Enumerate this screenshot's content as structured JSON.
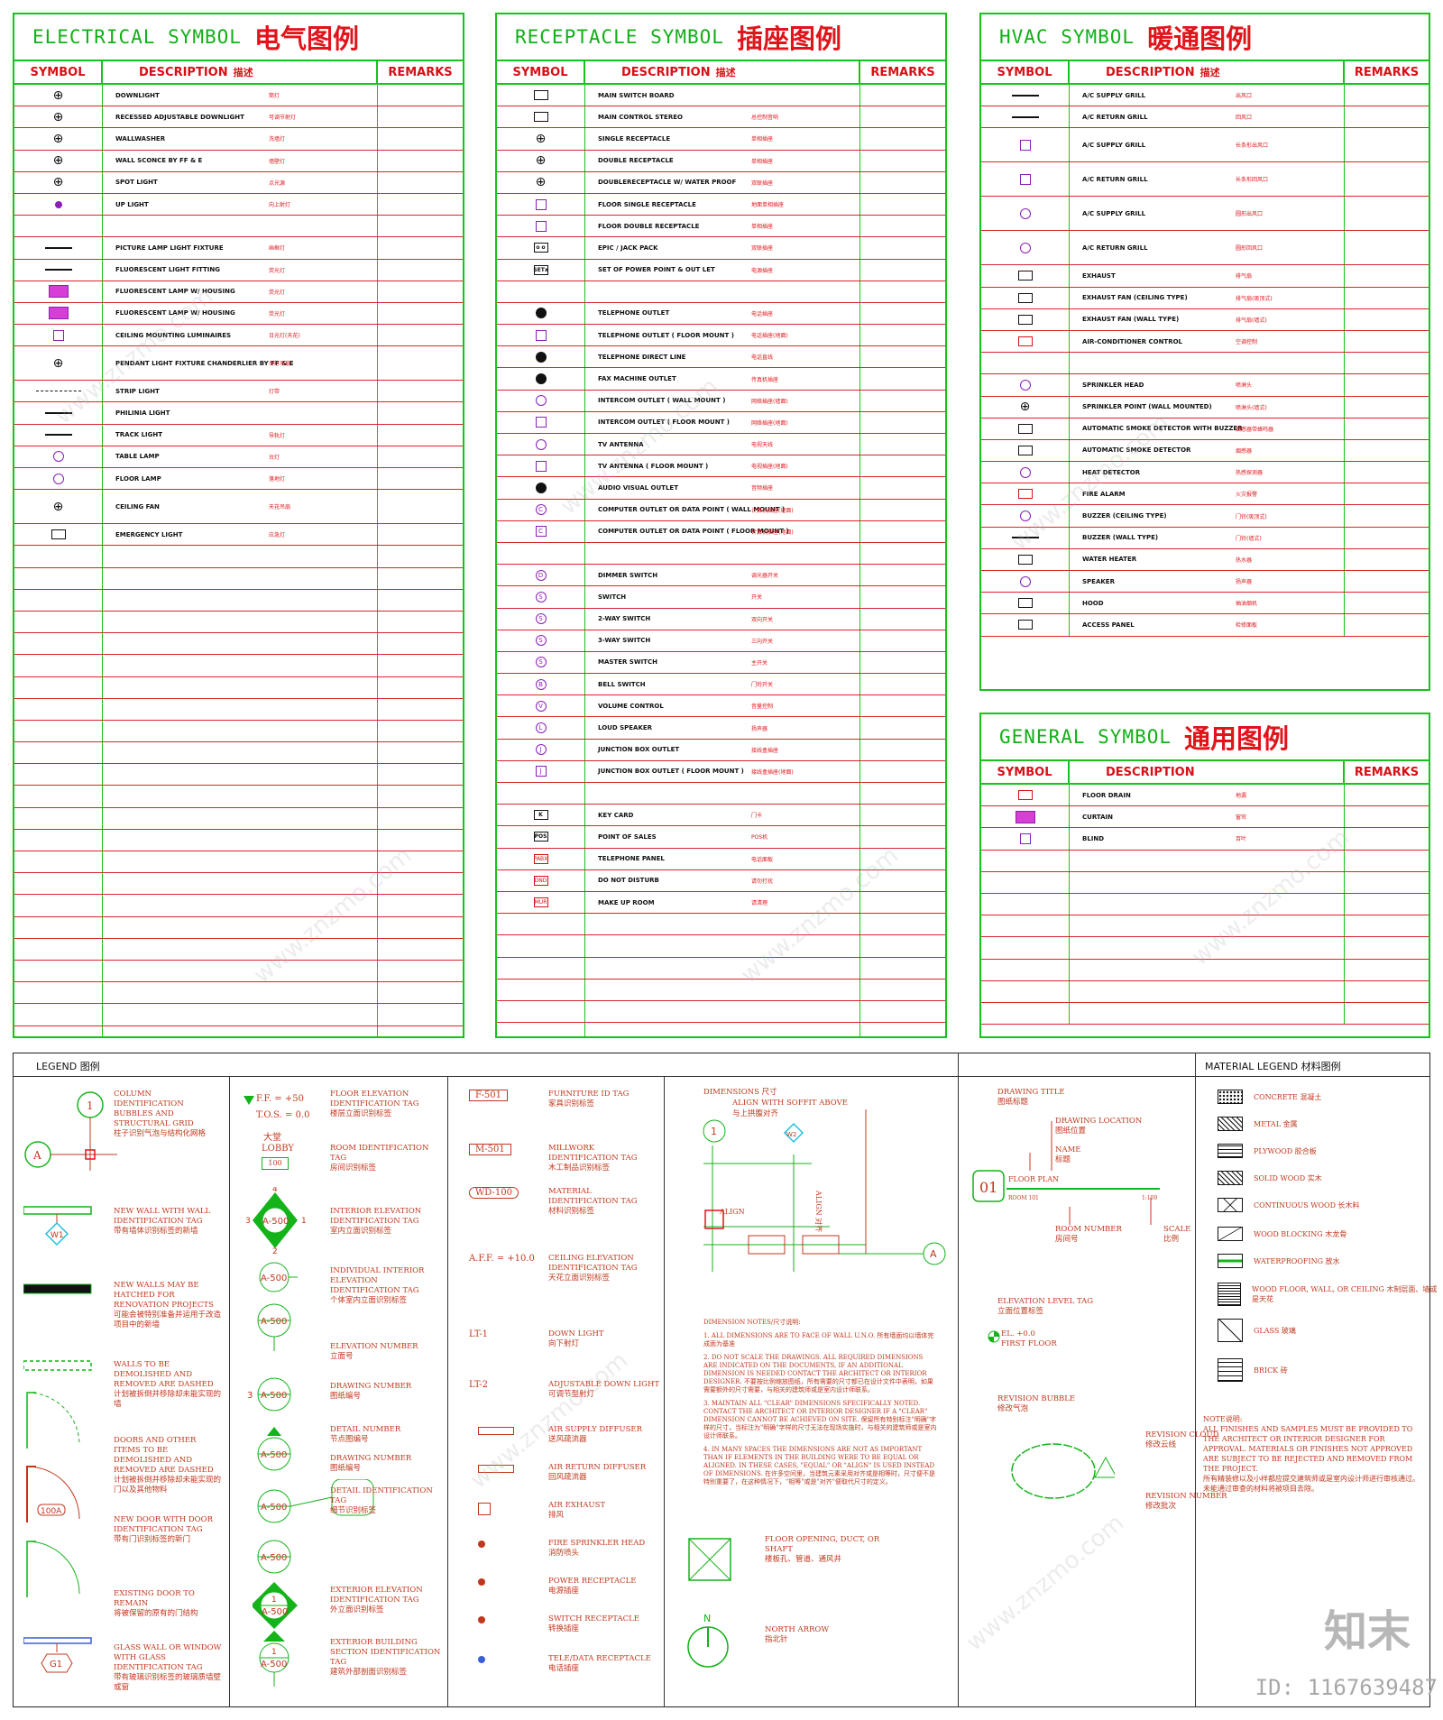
{
  "electrical": {
    "title_en": "ELECTRICAL SYMBOL",
    "title_zh": "电气图例",
    "col_symbol": "SYMBOL",
    "col_desc": "DESCRIPTION",
    "col_desc_zh": "描述",
    "col_remarks": "REMARKS",
    "rows": [
      {
        "en": "DOWNLIGHT",
        "zh": "筒灯",
        "icon": "cross"
      },
      {
        "en": "RECESSED ADJUSTABLE DOWNLIGHT",
        "zh": "可调节射灯",
        "icon": "cross"
      },
      {
        "en": "WALLWASHER",
        "zh": "洗墙灯",
        "icon": "cross"
      },
      {
        "en": "WALL SCONCE BY FF & E",
        "zh": "墙壁灯",
        "icon": "cross"
      },
      {
        "en": "SPOT LIGHT",
        "zh": "点光源",
        "icon": "cross"
      },
      {
        "en": "UP LIGHT",
        "zh": "向上射灯",
        "icon": "dot"
      },
      {
        "en": "",
        "zh": "",
        "icon": ""
      },
      {
        "en": "PICTURE LAMP LIGHT FIXTURE",
        "zh": "画框灯",
        "icon": "line"
      },
      {
        "en": "FLUORESCENT LIGHT FITTING",
        "zh": "荧光灯",
        "icon": "line"
      },
      {
        "en": "FLUORESCENT LAMP  W/ HOUSING",
        "zh": "荧光灯",
        "icon": "magenta"
      },
      {
        "en": "FLUORESCENT LAMP  W/ HOUSING",
        "zh": "荧光灯",
        "icon": "magenta"
      },
      {
        "en": "CEILING MOUNTING LUMINAIRES",
        "zh": "日光灯(天花)",
        "icon": "sq"
      },
      {
        "en": "PENDANT LIGHT FIXTURE  CHANDERLIER BY FF & E",
        "zh": "吊灯吊扇",
        "icon": "cross",
        "tall": true
      },
      {
        "en": "STRIP LIGHT",
        "zh": "灯带",
        "icon": "dash"
      },
      {
        "en": "PHILINIA LIGHT",
        "zh": "",
        "icon": "line"
      },
      {
        "en": "TRACK LIGHT",
        "zh": "导轨灯",
        "icon": "line"
      },
      {
        "en": "TABLE LAMP",
        "zh": "台灯",
        "icon": "circ"
      },
      {
        "en": "FLOOR LAMP",
        "zh": "落地灯",
        "icon": "circ"
      },
      {
        "en": "CEILING FAN",
        "zh": "天花吊扇",
        "icon": "cross",
        "tall": true
      },
      {
        "en": "EMERGENCY LIGHT",
        "zh": "应急灯",
        "icon": "box"
      }
    ]
  },
  "receptacle": {
    "title_en": "RECEPTACLE SYMBOL",
    "title_zh": "插座图例",
    "col_symbol": "SYMBOL",
    "col_desc": "DESCRIPTION",
    "col_desc_zh": "描述",
    "col_remarks": "REMARKS",
    "rows": [
      {
        "en": "MAIN SWITCH BOARD",
        "zh": "",
        "icon": "box",
        "t": ""
      },
      {
        "en": "MAIN CONTROL STEREO",
        "zh": "总控制音响",
        "icon": "box",
        "t": ""
      },
      {
        "en": "SINGLE RECEPTACLE",
        "zh": "单相插座",
        "icon": "cross",
        "t": ""
      },
      {
        "en": "DOUBLE RECEPTACLE",
        "zh": "单相插座",
        "icon": "cross",
        "t": ""
      },
      {
        "en": "DOUBLERECEPTACLE W/ WATER PROOF",
        "zh": "双联插座",
        "icon": "cross",
        "t": ""
      },
      {
        "en": "FLOOR SINGLE RECEPTACLE",
        "zh": "地面单相插座",
        "icon": "sq",
        "t": ""
      },
      {
        "en": "FLOOR DOUBLE RECEPTACLE",
        "zh": "单相插座",
        "icon": "sq",
        "t": ""
      },
      {
        "en": "EPIC / JACK PACK",
        "zh": "双联插座",
        "icon": "box",
        "t": "o o"
      },
      {
        "en": "SET OF POWER POINT & OUT LET",
        "zh": "电源插座",
        "icon": "box",
        "t": "SETx"
      },
      {
        "en": "",
        "zh": "",
        "icon": "",
        "t": ""
      },
      {
        "en": "TELEPHONE OUTLET",
        "zh": "电话插座",
        "icon": "blk",
        "t": ""
      },
      {
        "en": "TELEPHONE OUTLET ( FLOOR MOUNT )",
        "zh": "电话插座(地面)",
        "icon": "sq",
        "t": ""
      },
      {
        "en": "TELEPHONE DIRECT LINE",
        "zh": "电话直线",
        "icon": "blk",
        "t": ""
      },
      {
        "en": "FAX MACHINE OUTLET",
        "zh": "传真机插座",
        "icon": "blk",
        "t": ""
      },
      {
        "en": "INTERCOM OUTLET ( WALL MOUNT )",
        "zh": "网络插座(墙面)",
        "icon": "circ",
        "t": ""
      },
      {
        "en": "INTERCOM OUTLET ( FLOOR MOUNT )",
        "zh": "网络插座(地面)",
        "icon": "sq",
        "t": ""
      },
      {
        "en": "TV ANTENNA",
        "zh": "电视天线",
        "icon": "circ",
        "t": ""
      },
      {
        "en": "TV ANTENNA ( FLOOR MOUNT )",
        "zh": "电视插座(地面)",
        "icon": "sq",
        "t": ""
      },
      {
        "en": "AUDIO VISUAL OUTLET",
        "zh": "音频插座",
        "icon": "blk",
        "t": ""
      },
      {
        "en": "COMPUTER OUTLET OR DATA POINT ( WALL MOUNT )",
        "zh": "计算机插座(墙面)",
        "icon": "circ",
        "t": "C"
      },
      {
        "en": "COMPUTER OUTLET OR DATA POINT ( FLOOR MOUNT )",
        "zh": "计算机插座(地面)",
        "icon": "sq",
        "t": "C"
      },
      {
        "en": "",
        "zh": "",
        "icon": "",
        "t": ""
      },
      {
        "en": "DIMMER SWITCH",
        "zh": "调光器开关",
        "icon": "circ",
        "t": "D"
      },
      {
        "en": "SWITCH",
        "zh": "开关",
        "icon": "circ",
        "t": "S"
      },
      {
        "en": "2-WAY SWITCH",
        "zh": "双向开关",
        "icon": "circ",
        "t": "S"
      },
      {
        "en": "3-WAY SWITCH",
        "zh": "三向开关",
        "icon": "circ",
        "t": "S"
      },
      {
        "en": "MASTER SWITCH",
        "zh": "主开关",
        "icon": "circ",
        "t": "S"
      },
      {
        "en": "BELL SWITCH",
        "zh": "门铃开关",
        "icon": "circ",
        "t": "B"
      },
      {
        "en": "VOLUME CONTROL",
        "zh": "音量控制",
        "icon": "circ",
        "t": "V"
      },
      {
        "en": "LOUD SPEAKER",
        "zh": "扬声器",
        "icon": "circ",
        "t": "L"
      },
      {
        "en": "JUNCTION BOX OUTLET",
        "zh": "接线盒插座",
        "icon": "circ",
        "t": "J"
      },
      {
        "en": "JUNCTION BOX OUTLET ( FLOOR MOUNT )",
        "zh": "接线盒插座(地面)",
        "icon": "sq",
        "t": "J"
      },
      {
        "en": "",
        "zh": "",
        "icon": "",
        "t": ""
      },
      {
        "en": "KEY CARD",
        "zh": "门卡",
        "icon": "box",
        "t": "K"
      },
      {
        "en": "POINT OF SALES",
        "zh": "POS机",
        "icon": "box",
        "t": "POS"
      },
      {
        "en": "TELEPHONE PANEL",
        "zh": "电话面板",
        "icon": "red",
        "t": "PABX"
      },
      {
        "en": "DO NOT DISTURB",
        "zh": "请勿打扰",
        "icon": "red",
        "t": "DND"
      },
      {
        "en": "MAKE UP ROOM",
        "zh": "请清理",
        "icon": "red",
        "t": "MUR"
      }
    ]
  },
  "hvac": {
    "title_en": "HVAC SYMBOL",
    "title_zh": "暖通图例",
    "col_symbol": "SYMBOL",
    "col_desc": "DESCRIPTION",
    "col_desc_zh": "描述",
    "col_remarks": "REMARKS",
    "rows": [
      {
        "en": "A/C SUPPLY GRILL",
        "zh": "出风口",
        "icon": "line",
        "tall": false
      },
      {
        "en": "A/C RETURN GRILL",
        "zh": "回风口",
        "icon": "line",
        "tall": false
      },
      {
        "en": "A/C SUPPLY GRILL",
        "zh": "长条形出风口",
        "icon": "sq",
        "tall": true
      },
      {
        "en": "A/C RETURN GRILL",
        "zh": "长条形回风口",
        "icon": "sq",
        "tall": true
      },
      {
        "en": "A/C SUPPLY GRILL",
        "zh": "圆形出风口",
        "icon": "circ",
        "tall": true
      },
      {
        "en": "A/C RETURN GRILL",
        "zh": "圆形回风口",
        "icon": "circ",
        "tall": true
      },
      {
        "en": "EXHAUST",
        "zh": "排气扇",
        "icon": "box",
        "tall": false
      },
      {
        "en": "EXHAUST FAN (CEILING TYPE)",
        "zh": "排气扇(吸顶式)",
        "icon": "box",
        "tall": false
      },
      {
        "en": "EXHAUST FAN (WALL TYPE)",
        "zh": "排气扇(墙式)",
        "icon": "box",
        "tall": false
      },
      {
        "en": "AIR-CONDITIONER CONTROL",
        "zh": "空调控制",
        "icon": "red",
        "tall": false
      },
      {
        "en": "",
        "zh": "",
        "icon": "",
        "tall": false
      },
      {
        "en": "SPRINKLER HEAD",
        "zh": "喷淋头",
        "icon": "circ",
        "tall": false
      },
      {
        "en": "SPRINKLER POINT (WALL MOUNTED)",
        "zh": "喷淋头(墙式)",
        "icon": "cross",
        "tall": false
      },
      {
        "en": "AUTOMATIC SMOKE DETECTOR WITH BUZZER",
        "zh": "烟感器带蜂鸣器",
        "icon": "box",
        "tall": false
      },
      {
        "en": "AUTOMATIC SMOKE DETECTOR",
        "zh": "烟感器",
        "icon": "box",
        "tall": false
      },
      {
        "en": "HEAT DETECTOR",
        "zh": "热感探测器",
        "icon": "circ",
        "tall": false
      },
      {
        "en": "FIRE ALARM",
        "zh": "火灾报警",
        "icon": "red",
        "tall": false
      },
      {
        "en": "BUZZER (CEILING TYPE)",
        "zh": "门铃(吸顶式)",
        "icon": "circ",
        "tall": false
      },
      {
        "en": "BUZZER (WALL TYPE)",
        "zh": "门铃(墙式)",
        "icon": "line",
        "tall": false
      },
      {
        "en": "WATER HEATER",
        "zh": "热水器",
        "icon": "box",
        "tall": false
      },
      {
        "en": "SPEAKER",
        "zh": "扬声器",
        "icon": "circ",
        "tall": false
      },
      {
        "en": "HOOD",
        "zh": "抽油烟机",
        "icon": "box",
        "tall": false
      },
      {
        "en": "ACCESS PANEL",
        "zh": "检修面板",
        "icon": "box",
        "tall": false
      }
    ]
  },
  "general": {
    "title_en": "GENERAL SYMBOL",
    "title_zh": "通用图例",
    "col_symbol": "SYMBOL",
    "col_desc": "DESCRIPTION",
    "col_remarks": "REMARKS",
    "rows": [
      {
        "en": "FLOOR DRAIN",
        "zh": "地漏",
        "icon": "red"
      },
      {
        "en": "CURTAIN",
        "zh": "窗帘",
        "icon": "magenta"
      },
      {
        "en": "BLIND",
        "zh": "百叶",
        "icon": "sq"
      }
    ]
  },
  "legend": {
    "title": "LEGEND 图例",
    "col1": [
      {
        "en": "COLUMN IDENTIFICATION BUBBLES AND STRUCTURAL GRID",
        "zh": "柱子识别气泡与结构化网格"
      },
      {
        "en": "NEW WALL WITH WALL IDENTIFICATION TAG",
        "zh": "带有墙体识别标签的新墙"
      },
      {
        "en": "NEW WALLS MAY BE HATCHED FOR RENOVATION PROJECTS",
        "zh": "可能会被特别准备并运用于改造项目中的新墙"
      },
      {
        "en": "WALLS TO BE DEMOLISHED AND REMOVED ARE DASHED",
        "zh": "计划被拆倒并移除却未能实现的墙"
      },
      {
        "en": "DOORS AND OTHER ITEMS TO BE DEMOLISHED AND REMOVED ARE DASHED",
        "zh": "计划被拆倒并移除却未能实现的门以及其他物料"
      },
      {
        "en": "NEW DOOR WITH DOOR IDENTIFICATION TAG",
        "zh": "带有门识别标签的新门"
      },
      {
        "en": "EXISTING DOOR TO REMAIN",
        "zh": "将被保留的原有的门结构"
      },
      {
        "en": "GLASS WALL OR WINDOW WITH GLASS IDENTIFICATION TAG",
        "zh": "带有玻璃识别标签的玻璃质墙壁或窗"
      }
    ],
    "col1_tags": {
      "col_num": "1",
      "col_letter": "A",
      "wall_tag": "W1",
      "door_tag": "100A",
      "glass_tag": "G1"
    },
    "col2": [
      {
        "en": "FLOOR ELEVATION IDENTIFICATION TAG",
        "zh": "楼层立面识别标签"
      },
      {
        "en": "ROOM IDENTIFICATION TAG",
        "zh": "房间识别标签"
      },
      {
        "en": "INTERIOR ELEVATION IDENTIFICATION TAG",
        "zh": "室内立面识别标签"
      },
      {
        "en": "INDIVIDUAL INTERIOR ELEVATION IDENTIFICATION TAG",
        "zh": "个体室内立面识别标签"
      },
      {
        "en": "ELEVATION NUMBER",
        "zh": "立面号"
      },
      {
        "en": "DRAWING NUMBER",
        "zh": "图纸编号"
      },
      {
        "en": "DETAIL NUMBER",
        "zh": "节点图编号"
      },
      {
        "en": "DRAWING NUMBER",
        "zh": "图纸编号"
      },
      {
        "en": "DETAIL IDENTIFICATION TAG",
        "zh": "细节识别标签"
      },
      {
        "en": "EXTERIOR ELEVATION IDENTIFICATION TAG",
        "zh": "外立面识别标签"
      },
      {
        "en": "EXTERIOR BUILDING SECTION IDENTIFICATION TAG",
        "zh": "建筑外部剖面识别标签"
      }
    ],
    "col2_tags": {
      "ff": "F.F. = +50",
      "tos": "T.O.S. = 0.0",
      "room_zh": "大堂",
      "room_en": "LOBBY",
      "room_no": "100",
      "sheet": "A-500",
      "n1": "1",
      "n2": "2",
      "n3": "3",
      "n4": "4"
    },
    "col3": [
      {
        "tag": "F-501",
        "en": "FURNITURE ID TAG",
        "zh": "家具识别标签"
      },
      {
        "tag": "M-501",
        "en": "MILLWORK IDENTIFICATION TAG",
        "zh": "木工制品识别标签"
      },
      {
        "tag": "WD-100",
        "en": "MATERIAL IDENTIFICATION TAG",
        "zh": "材料识别标签"
      },
      {
        "tag": "A.F.F. = +10.0",
        "en": "CEILING ELEVATION IDENTIFICATION TAG",
        "zh": "天花立面识别标签"
      },
      {
        "tag": "LT-1",
        "en": "DOWN LIGHT",
        "zh": "向下射灯"
      },
      {
        "tag": "LT-2",
        "en": "ADJUSTABLE DOWN LIGHT",
        "zh": "可调节型射灯"
      },
      {
        "tag": "",
        "en": "AIR SUPPLY DIFFUSER",
        "zh": "送风疏流器"
      },
      {
        "tag": "",
        "en": "AIR RETURN DIFFUSER",
        "zh": "回风疏流器"
      },
      {
        "tag": "",
        "en": "AIR EXHAUST",
        "zh": "排风"
      },
      {
        "tag": "",
        "en": "FIRE SPRINKLER HEAD",
        "zh": "消防喷头"
      },
      {
        "tag": "",
        "en": "POWER RECEPTACLE",
        "zh": "电源插座"
      },
      {
        "tag": "",
        "en": "SWITCH RECEPTACLE",
        "zh": "转换插座"
      },
      {
        "tag": "",
        "en": "TELE/DATA RECEPTACLE",
        "zh": "电话插座"
      }
    ],
    "dims": {
      "title_en": "DIMENSIONS 尺寸",
      "align_note": "ALIGN WITH SOFFIT ABOVE",
      "align_zh": "与上拱腹对齐",
      "align": "ALIGN",
      "align_zh2": "ALIGN 对齐",
      "tag_w2": "W2",
      "bubble_1": "1",
      "bubble_a": "A",
      "notes_title": "DIMENSION NOTES/尺寸说明:",
      "notes": [
        "1. ALL DIMENSIONS ARE TO FACE OF WALL U.N.O. 所有墙面均以墙体完成面为基准",
        "2. DO NOT SCALE THE DRAWINGS. ALL REQUIRED DIMENSIONS ARE INDICATED ON THE DOCUMENTS, IF AN ADDITIONAL DIMENSION IS NEEDED CONTACT THE ARCHITECT OR INTERIOR DESIGNER. 不要按比例缩放图纸，所有需要的尺寸都已在设计文件中表明，如果需要额外的尺寸需要，与相关的建筑师或是室内设计师联系。",
        "3. MAINTAIN ALL \"CLEAR\" DIMENSIONS SPECIFICALLY NOTED. CONTACT THE ARCHITECT OR INTERIOR DESIGNER IF A \"CLEAR\" DIMENSION CANNOT BE ACHIEVED ON SITE. 保留所有特别标注\"明确\"字样的尺寸，当标注为\"明确\"字样的尺寸无法在现场实施时，与相关的建筑师或是室内设计师联系。",
        "4. IN MANY SPACES THE DIMENSIONS ARE NOT AS IMPORTANT THAN IF ELEMENTS IN THE BUILDING WERE TO BE EQUAL OR ALIGNED. IN THESE CASES, \"EQUAL\" OR \"ALIGN\" IS USED INSTEAD OF DIMENSIONS. 在许多空间里，当建筑元素采用对齐或是相等时，尺寸便不是特别重要了，在这种情况下，\"相等\"或是\"对齐\"便取代尺寸的定义。"
      ],
      "floor_opening_en": "FLOOR OPENING, DUCT, OR SHAFT",
      "floor_opening_zh": "楼板孔、管道、通风井",
      "north_en": "NORTH ARROW",
      "north_zh": "指北针",
      "north_n": "N"
    },
    "title_block": {
      "drawing_title_en": "DRAWING TITLE",
      "drawing_title_zh": "图纸标题",
      "drawing_location_en": "DRAWING LOCATION",
      "drawing_location_zh": "图纸位置",
      "name_en": "NAME",
      "name_zh": "标题",
      "num": "01",
      "floor_plan": "FLOOR PLAN",
      "room": "ROOM 101",
      "scale_val": "1:100",
      "room_number_en": "ROOM NUMBER",
      "room_number_zh": "房间号",
      "scale_en": "SCALE",
      "scale_zh": "比例",
      "elev_tag_en": "ELEVATION LEVEL TAG",
      "elev_tag_zh": "立面位置标签",
      "el": "EL. +0.0",
      "first_floor": "FIRST FLOOR",
      "rev_bubble_en": "REVISION BUBBLE",
      "rev_bubble_zh": "修改气泡",
      "rev_cloud_en": "REVISION CLOUD",
      "rev_cloud_zh": "修改云线",
      "rev_number_en": "REVISION NUMBER",
      "rev_number_zh": "修改批次"
    }
  },
  "materials": {
    "title": "MATERIAL LEGEND 材料图例",
    "items": [
      {
        "label": "CONCRETE 混凝土",
        "pattern": "dots"
      },
      {
        "label": "METAL 金属",
        "pattern": "hatch"
      },
      {
        "label": "PLYWOOD 胶合板",
        "pattern": "wave"
      },
      {
        "label": "SOLID WOOD 实木",
        "pattern": "hatch"
      },
      {
        "label": "CONTINUOUS WOOD 长木料",
        "pattern": "x"
      },
      {
        "label": "WOOD BLOCKING 木龙骨",
        "pattern": "diag"
      },
      {
        "label": "WATERPROOFING 放水",
        "pattern": "green"
      },
      {
        "label": "WOOD FLOOR, WALL, OR CEILING 木制层面、墙或是天花",
        "pattern": "lines"
      },
      {
        "label": "GLASS 玻璃",
        "pattern": "glass"
      },
      {
        "label": "BRICK 砖",
        "pattern": "brick"
      }
    ],
    "note_title": "NOTE说明:",
    "note_en": "ALL FINISHES AND SAMPLES MUST BE PROVIDED TO THE ARCHITECT OR INTERIOR DESIGNER FOR APPROVAL. MATERIALS OR FINISHES NOT APPROVED ARE SUBJECT TO BE REJECTED AND REMOVED FROM THE PROJECT.",
    "note_zh": "所有精装修以及小样都应提交建筑师或是室内设计师进行审核通过。未能通过审查的材料将被项目去除。"
  },
  "brand": {
    "logo": "知末",
    "id": "ID: 1167639487"
  }
}
